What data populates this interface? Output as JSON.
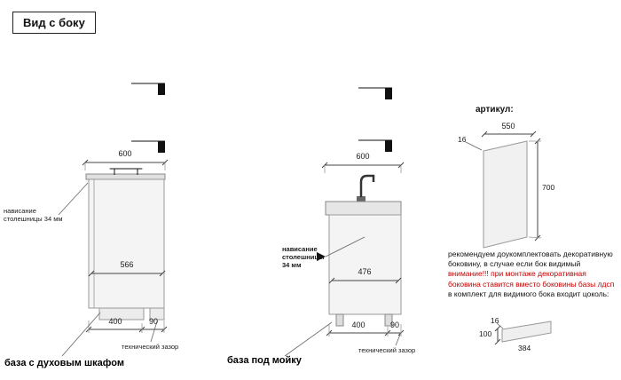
{
  "title": "Вид с боку",
  "colors": {
    "warning_red": "#c00000",
    "cabinet_fill": "#f4f4f4",
    "line": "#444"
  },
  "oven_cabinet": {
    "label": "база с духовым шкафом",
    "overhang_line1": "нависание",
    "overhang_line2": "столешницы 34 мм",
    "dim_top_width": "600",
    "dim_inner_width": "566",
    "dim_plinth_depth": "400",
    "dim_gap": "90",
    "tech_gap_label": "технический зазор"
  },
  "sink_cabinet": {
    "label": "база под мойку",
    "overhang_line1": "нависание",
    "overhang_line2": "столешницы",
    "overhang_line3": "34 мм",
    "dim_top_width": "600",
    "dim_inner_width": "476",
    "dim_plinth_depth": "400",
    "dim_gap": "90",
    "tech_gap_label": "технический зазор"
  },
  "side_panel": {
    "artikul_label": "артикул:",
    "dim_width": "550",
    "dim_thickness": "16",
    "dim_height": "700",
    "note_part1": "рекомендуем доукомплектовать декоративную боковину, в случае если бок видимый",
    "note_warning": "внимание!!! при монтаже декоративная боковина ставится вместо боковины базы лдсп",
    "note_part2": "в комплект для видимого бока входит цоколь:",
    "plinth": {
      "dim_height": "100",
      "dim_thickness": "16",
      "dim_length": "384"
    }
  }
}
